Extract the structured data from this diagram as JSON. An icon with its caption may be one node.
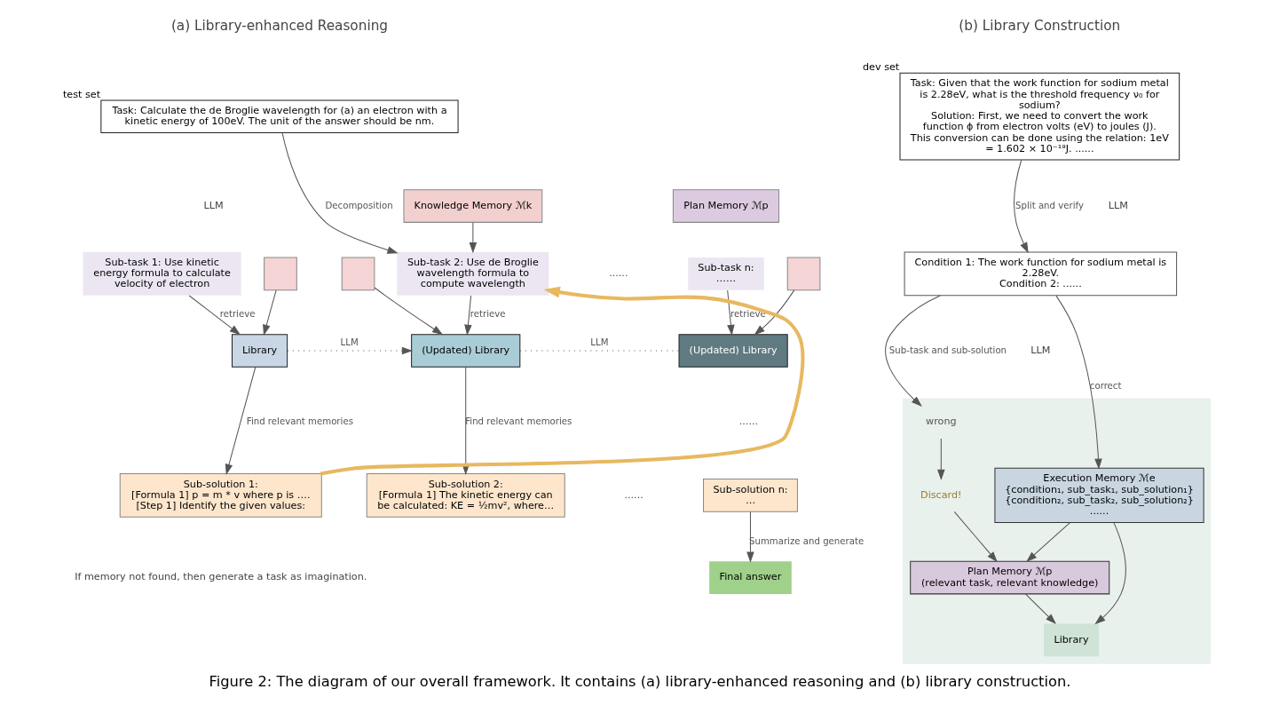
{
  "diagram": {
    "caption": "Figure 2: The diagram of our overall framework. It contains (a) library-enhanced reasoning and (b) library construction.",
    "nodes": [
      {
        "text": [
          "Task: Calculate the de Broglie wavelength for (a) an electron with a kinetic energy of 100eV. The unit of the answer should be nm."
        ],
        "beside": [
          "test set"
        ]
      },
      {
        "text": [
          "Knowledge Memory ℳk"
        ]
      },
      {
        "text": [
          "Plan Memory ℳp"
        ]
      },
      {
        "text": [
          "Sub-task 1: Use kinetic energy formula to calculate velocity of electron"
        ]
      },
      {
        "text": [
          "Sub-task 2: Use de Broglie wavelength formula to compute wavelength"
        ]
      },
      {
        "text": [
          "Sub-task n:",
          "……"
        ]
      },
      {
        "text": [],
        "shape": "box"
      },
      {
        "text": [],
        "shape": "box"
      },
      {
        "text": [],
        "shape": "box"
      },
      {
        "text": [
          "Library"
        ]
      },
      {
        "text": [
          "(Updated) Library"
        ]
      },
      {
        "text": [
          "(Updated) Library"
        ]
      },
      {
        "text": [
          "Sub-solution 1:",
          "[Formula 1] p = m * v where p is ….",
          "[Step 1] Identify the given values:"
        ]
      },
      {
        "text": [
          "Sub-solution 2:",
          "[Formula 1] The kinetic energy can be calculated: KE = ½mv², where…"
        ]
      },
      {
        "text": [
          "Sub-solution n:",
          "…"
        ]
      },
      {
        "text": [
          "Final answer"
        ]
      },
      {
        "text": [
          "Task: Given that the work function for sodium metal is 2.28eV, what is the threshold frequency ν₀ for sodium?",
          "Solution: First, we need to convert the work function ϕ from electron volts (eV) to joules (J). This conversion can be done using the relation: 1eV = 1.602 × 10⁻¹⁹J. ......"
        ],
        "beside": [
          "dev set"
        ]
      },
      {
        "text": [
          "Condition 1: The work function for sodium metal is 2.28eV.",
          "Condition 2: ......"
        ]
      },
      {
        "text": [],
        "shape": "box"
      },
      {
        "text": [
          "wrong"
        ],
        "in": 18
      },
      {
        "text": [
          "Discard!"
        ],
        "in": 18
      },
      {
        "text": [
          "Execution Memory ℳe",
          "{condition₁, sub_task₁, sub_solution₁}",
          "{condition₂, sub_task₂, sub_solution₂}",
          "......"
        ],
        "in": 18
      },
      {
        "text": [
          "Plan Memory ℳp",
          "(relevant task, relevant knowledge)"
        ],
        "in": 18
      },
      {
        "text": [
          "Library"
        ],
        "in": 18
      }
    ],
    "edges": [
      {
        "from": 0,
        "to": 4,
        "arrow": "to",
        "label": "Decomposition"
      },
      {
        "from": 1,
        "to": 4,
        "arrow": "to"
      },
      {
        "from": 3,
        "to": 9,
        "arrow": "to",
        "label": "retrieve"
      },
      {
        "from": 6,
        "to": 9,
        "arrow": "to"
      },
      {
        "from": 9,
        "to": 12,
        "arrow": "to",
        "label": "Find relevant memories"
      },
      {
        "from": 9,
        "to": 10,
        "arrow": "to",
        "label": "LLM",
        "style": "dashed"
      },
      {
        "from": 12,
        "to": 4,
        "arrow": "to",
        "style": "thick",
        "color": "#e8b860"
      },
      {
        "from": 4,
        "to": 10,
        "arrow": "to",
        "label": "retrieve"
      },
      {
        "from": 7,
        "to": 10,
        "arrow": "to"
      },
      {
        "from": 10,
        "to": 13,
        "arrow": "to",
        "label": "Find relevant memories"
      },
      {
        "from": 10,
        "to": 11,
        "arrow": "none",
        "label": "LLM",
        "style": "dashed"
      },
      {
        "from": 5,
        "to": 11,
        "arrow": "to",
        "label": "retrieve"
      },
      {
        "from": 8,
        "to": 11,
        "arrow": "to"
      },
      {
        "from": 14,
        "to": 15,
        "arrow": "to",
        "label": "Summarize and generate"
      },
      {
        "from": 16,
        "to": 17,
        "arrow": "to",
        "label": "Split and verify"
      },
      {
        "from": 17,
        "to": 19,
        "arrow": "to",
        "label": "Sub-task and sub-solution"
      },
      {
        "from": 17,
        "to": 21,
        "arrow": "to",
        "label": "correct"
      },
      {
        "from": 19,
        "to": 20,
        "arrow": "to"
      },
      {
        "from": 20,
        "to": 22,
        "arrow": "to"
      },
      {
        "from": 21,
        "to": 22,
        "arrow": "to"
      },
      {
        "from": 21,
        "to": 23,
        "arrow": "to"
      },
      {
        "from": 22,
        "to": 23,
        "arrow": "to"
      }
    ],
    "labels": [
      "(a) Library-enhanced Reasoning",
      "LLM",
      "......",
      "......",
      "......",
      "If memory not found, then generate a task as imagination.",
      "(b) Library Construction",
      "LLM",
      "LLM"
    ]
  }
}
